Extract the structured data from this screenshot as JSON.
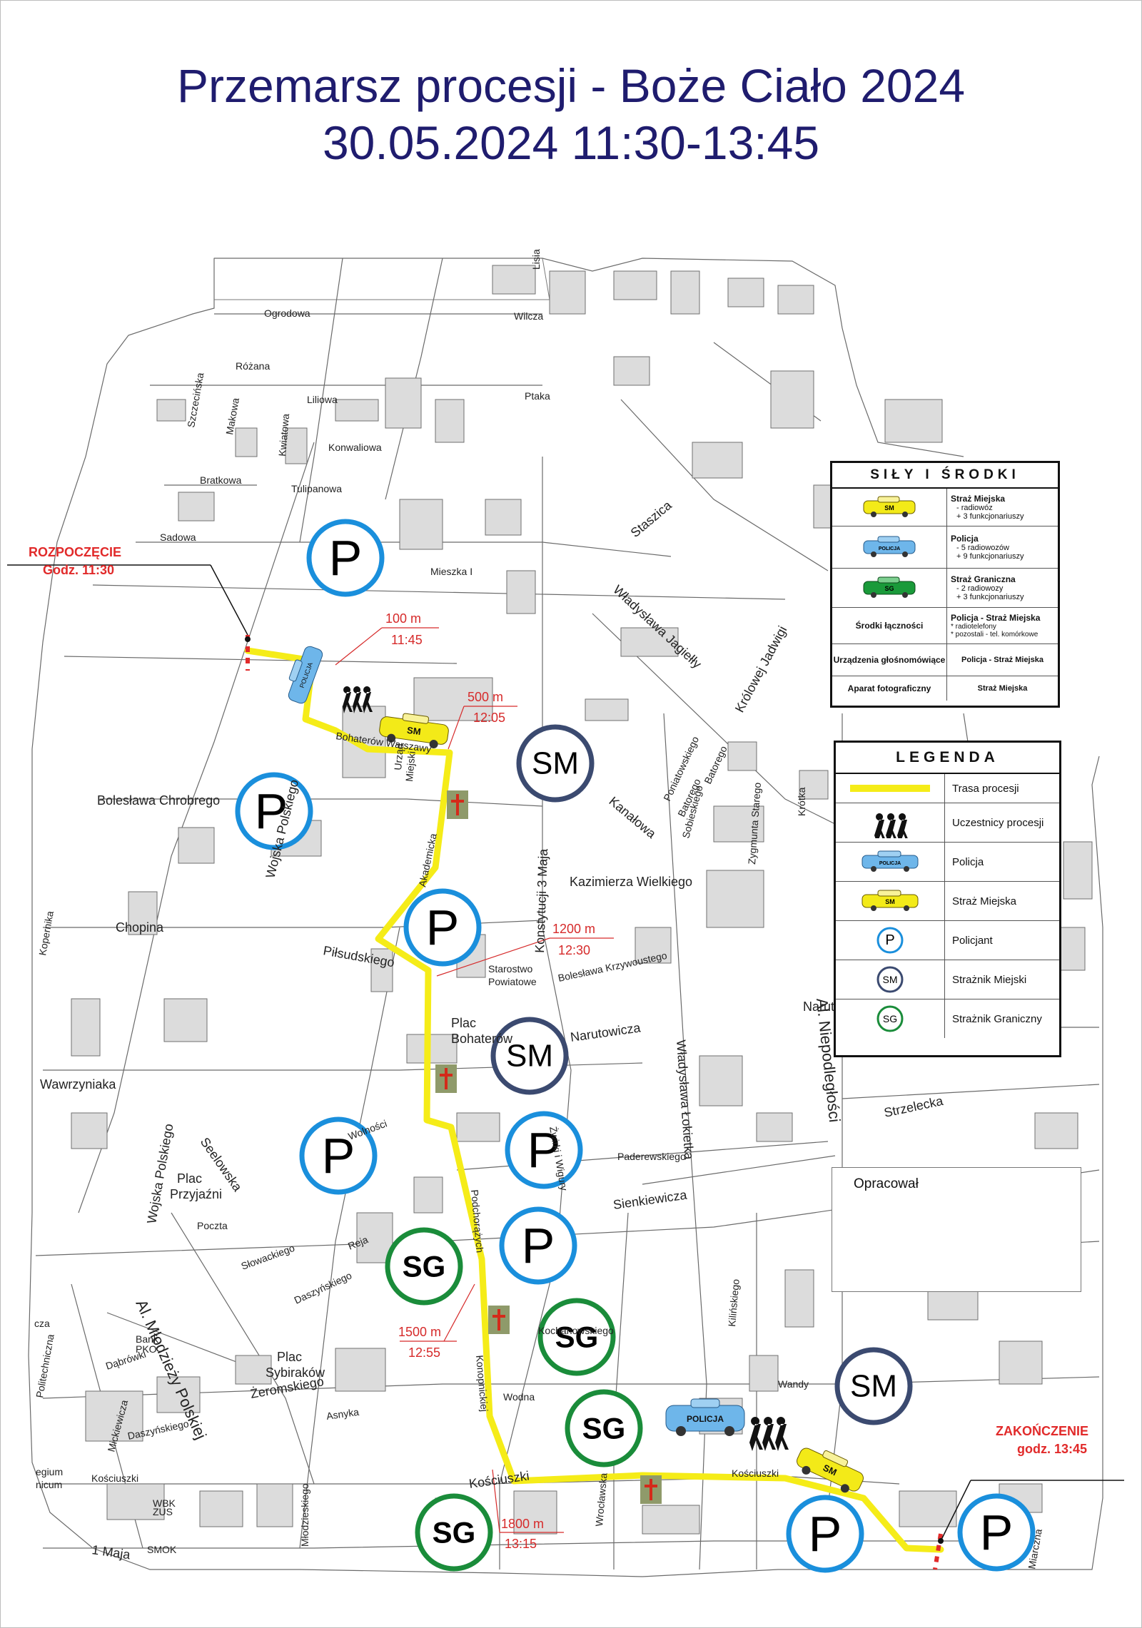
{
  "title": {
    "line1": "Przemarsz procesji - Boże Ciało 2024",
    "line2": "30.05.2024 11:30-13:45"
  },
  "colors": {
    "route": "#f5ec18",
    "police_circle": "#1a8fdc",
    "city_guard_circle": "#3b4a70",
    "border_guard_circle": "#1a8c3a",
    "altar": "#8f9a6a",
    "cross": "#d42a1a",
    "alert_red": "#e12a2a",
    "title": "#1f1c6e"
  },
  "start": {
    "label": "ROZPOCZĘCIE",
    "time": "Godz. 11:30"
  },
  "end": {
    "label": "ZAKOŃCZENIE",
    "time": "godz. 13:45"
  },
  "route_markers": [
    {
      "distance": "100 m",
      "time": "11:45"
    },
    {
      "distance": "500 m",
      "time": "12:05"
    },
    {
      "distance": "1200 m",
      "time": "12:30"
    },
    {
      "distance": "1500 m",
      "time": "12:55"
    },
    {
      "distance": "1800 m",
      "time": "13:15"
    }
  ],
  "streets": {
    "ogrodowa": "Ogrodowa",
    "rozana": "Różana",
    "szczecinska": "Szczecińska",
    "makowa": "Makowa",
    "liliowa": "Liliowa",
    "kwiatowa": "Kwiatowa",
    "konwaliowa": "Konwaliowa",
    "bratkowa": "Bratkowa",
    "tulipanowa": "Tulipanowa",
    "sadowa": "Sadowa",
    "mieszka": "Mieszka I",
    "wilcza": "Wilcza",
    "lisia": "Lisia",
    "ptaka": "Ptaka",
    "staszica": "Staszica",
    "jagiello": "Władysława Jagiełły",
    "krolowej": "Królowej Jadwigi",
    "poniatowskiego": "Poniatowskiego",
    "batorego1": "Batorego",
    "batorego2": "Batorego",
    "sobieskiego": "Sobieskiego",
    "zygmunta": "Zygmunta Starego",
    "krotka": "Krótka",
    "kanalowa": "Kanałowa",
    "kazimierza": "Kazimierza Wielkiego",
    "konstytucji": "Konstytucji 3 Maja",
    "bohaterow": "Bohaterów Warszawy",
    "urzad": "Urząd",
    "miejski": "Miejski",
    "akademicka": "Akademicka",
    "chrobrego": "Bolesława Chrobrego",
    "wojska1": "Wojska Polskiego",
    "kopernika": "Kopernika",
    "chopina": "Chopina",
    "pilsudskiego": "Piłsudskiego",
    "starostwo": "Starostwo",
    "powiatowe": "Powiatowe",
    "krzywoustego": "Bolesława Krzywoustego",
    "plac_boh1": "Plac",
    "plac_boh2": "Bohaterów",
    "narutowicza": "Narutowicza",
    "narut": "Narut",
    "niepodleglosci": "Al. Niepodległości",
    "lokietka": "Władysława Łokietka",
    "strzelecka": "Strzelecka",
    "wawrzyniaka": "Wawrzyniaka",
    "wolnosci": "Wolności",
    "seelowska": "Seelowska",
    "wojska2": "Wojska Polskiego",
    "plac_przyj1": "Plac",
    "plac_przyj2": "Przyjaźni",
    "zwirki": "Żwirki i Wigury",
    "paderewskiego": "Paderewskiego",
    "podchorazych": "Podchorążych",
    "sienkiewicza": "Sienkiewicza",
    "poczta": "Poczta",
    "slowackiego": "Słowackiego",
    "reja": "Reja",
    "daszynskiego1": "Daszyńskiego",
    "mlodziezy": "Al. Młodzieży Polskiej",
    "bank1": "Bank",
    "bank2": "PKO",
    "dabrowki": "Dąbrówki",
    "plac_syb1": "Plac",
    "plac_syb2": "Sybiraków",
    "zeromskiego": "Żeromskiego",
    "asnyka": "Asnyka",
    "mickiewicza": "Mickiewicza",
    "daszynskiego2": "Daszyńskiego",
    "kosciuszki1": "Kościuszki",
    "kosciuszki2": "Kościuszki",
    "kosciuszki3": "Kościuszki",
    "konopnickiej": "Konopnickiej",
    "kochanowskiego": "Kochanowskiego",
    "wodna": "Wodna",
    "wandy": "Wandy",
    "kilinskiego": "Kilińskiego",
    "wroclawska": "Wrocławska",
    "mlodzieskiego": "Młodzieskiego",
    "wbk1": "WBK",
    "wbk2": "ZUS",
    "smok": "SMOK",
    "maja": "1 Maja",
    "kolegium1": "egium",
    "kolegium2": "nicum",
    "cza": "cza",
    "politechn": "Politechniczna",
    "miarczna": "Miarczna"
  },
  "map_vehicles": {
    "police": "POLICJA",
    "guard": "SM"
  },
  "post_labels": {
    "police": "P",
    "city_guard": "SM",
    "border_guard": "SG"
  },
  "forces_table": {
    "title": "SIŁY I ŚRODKI",
    "rows": [
      {
        "head": "Straż Miejska",
        "lines": [
          "- radiowóz",
          "+ 3 funkcjonariuszy"
        ],
        "icon": "sm-car",
        "car_text": "SM"
      },
      {
        "head": "Policja",
        "lines": [
          "- 5 radiowozów",
          "+ 9 funkcjonariuszy"
        ],
        "icon": "police-car",
        "car_text": "POLICJA"
      },
      {
        "head": "Straż Graniczna",
        "lines": [
          "- 2 radiowozy",
          "+ 3 funkcjonariuszy"
        ],
        "icon": "sg-car",
        "car_text": "SG"
      },
      {
        "label": "Środki łączności",
        "head": "Policja - Straż Miejska",
        "lines": [
          "* radiotelefony",
          "* pozostali - tel. komórkowe"
        ]
      },
      {
        "label": "Urządzenia głośnomówiące",
        "value": "Policja - Straż Miejska"
      },
      {
        "label": "Aparat fotograficzny",
        "value": "Straż Miejska"
      }
    ]
  },
  "legend": {
    "title": "LEGENDA",
    "items": [
      {
        "label": "Trasa procesji",
        "icon": "route-line"
      },
      {
        "label": "Uczestnicy procesji",
        "icon": "participants-icon"
      },
      {
        "label": "Policja",
        "icon": "police-car",
        "car_text": "POLICJA"
      },
      {
        "label": "Straż Miejska",
        "icon": "sm-car",
        "car_text": "SM"
      },
      {
        "label": "Policjant",
        "icon": "police-post",
        "symbol": "P"
      },
      {
        "label": "Strażnik Miejski",
        "icon": "city-guard-post",
        "symbol": "SM"
      },
      {
        "label": "Strażnik Graniczny",
        "icon": "border-guard-post",
        "symbol": "SG"
      }
    ]
  },
  "opracowal": "Opracował"
}
